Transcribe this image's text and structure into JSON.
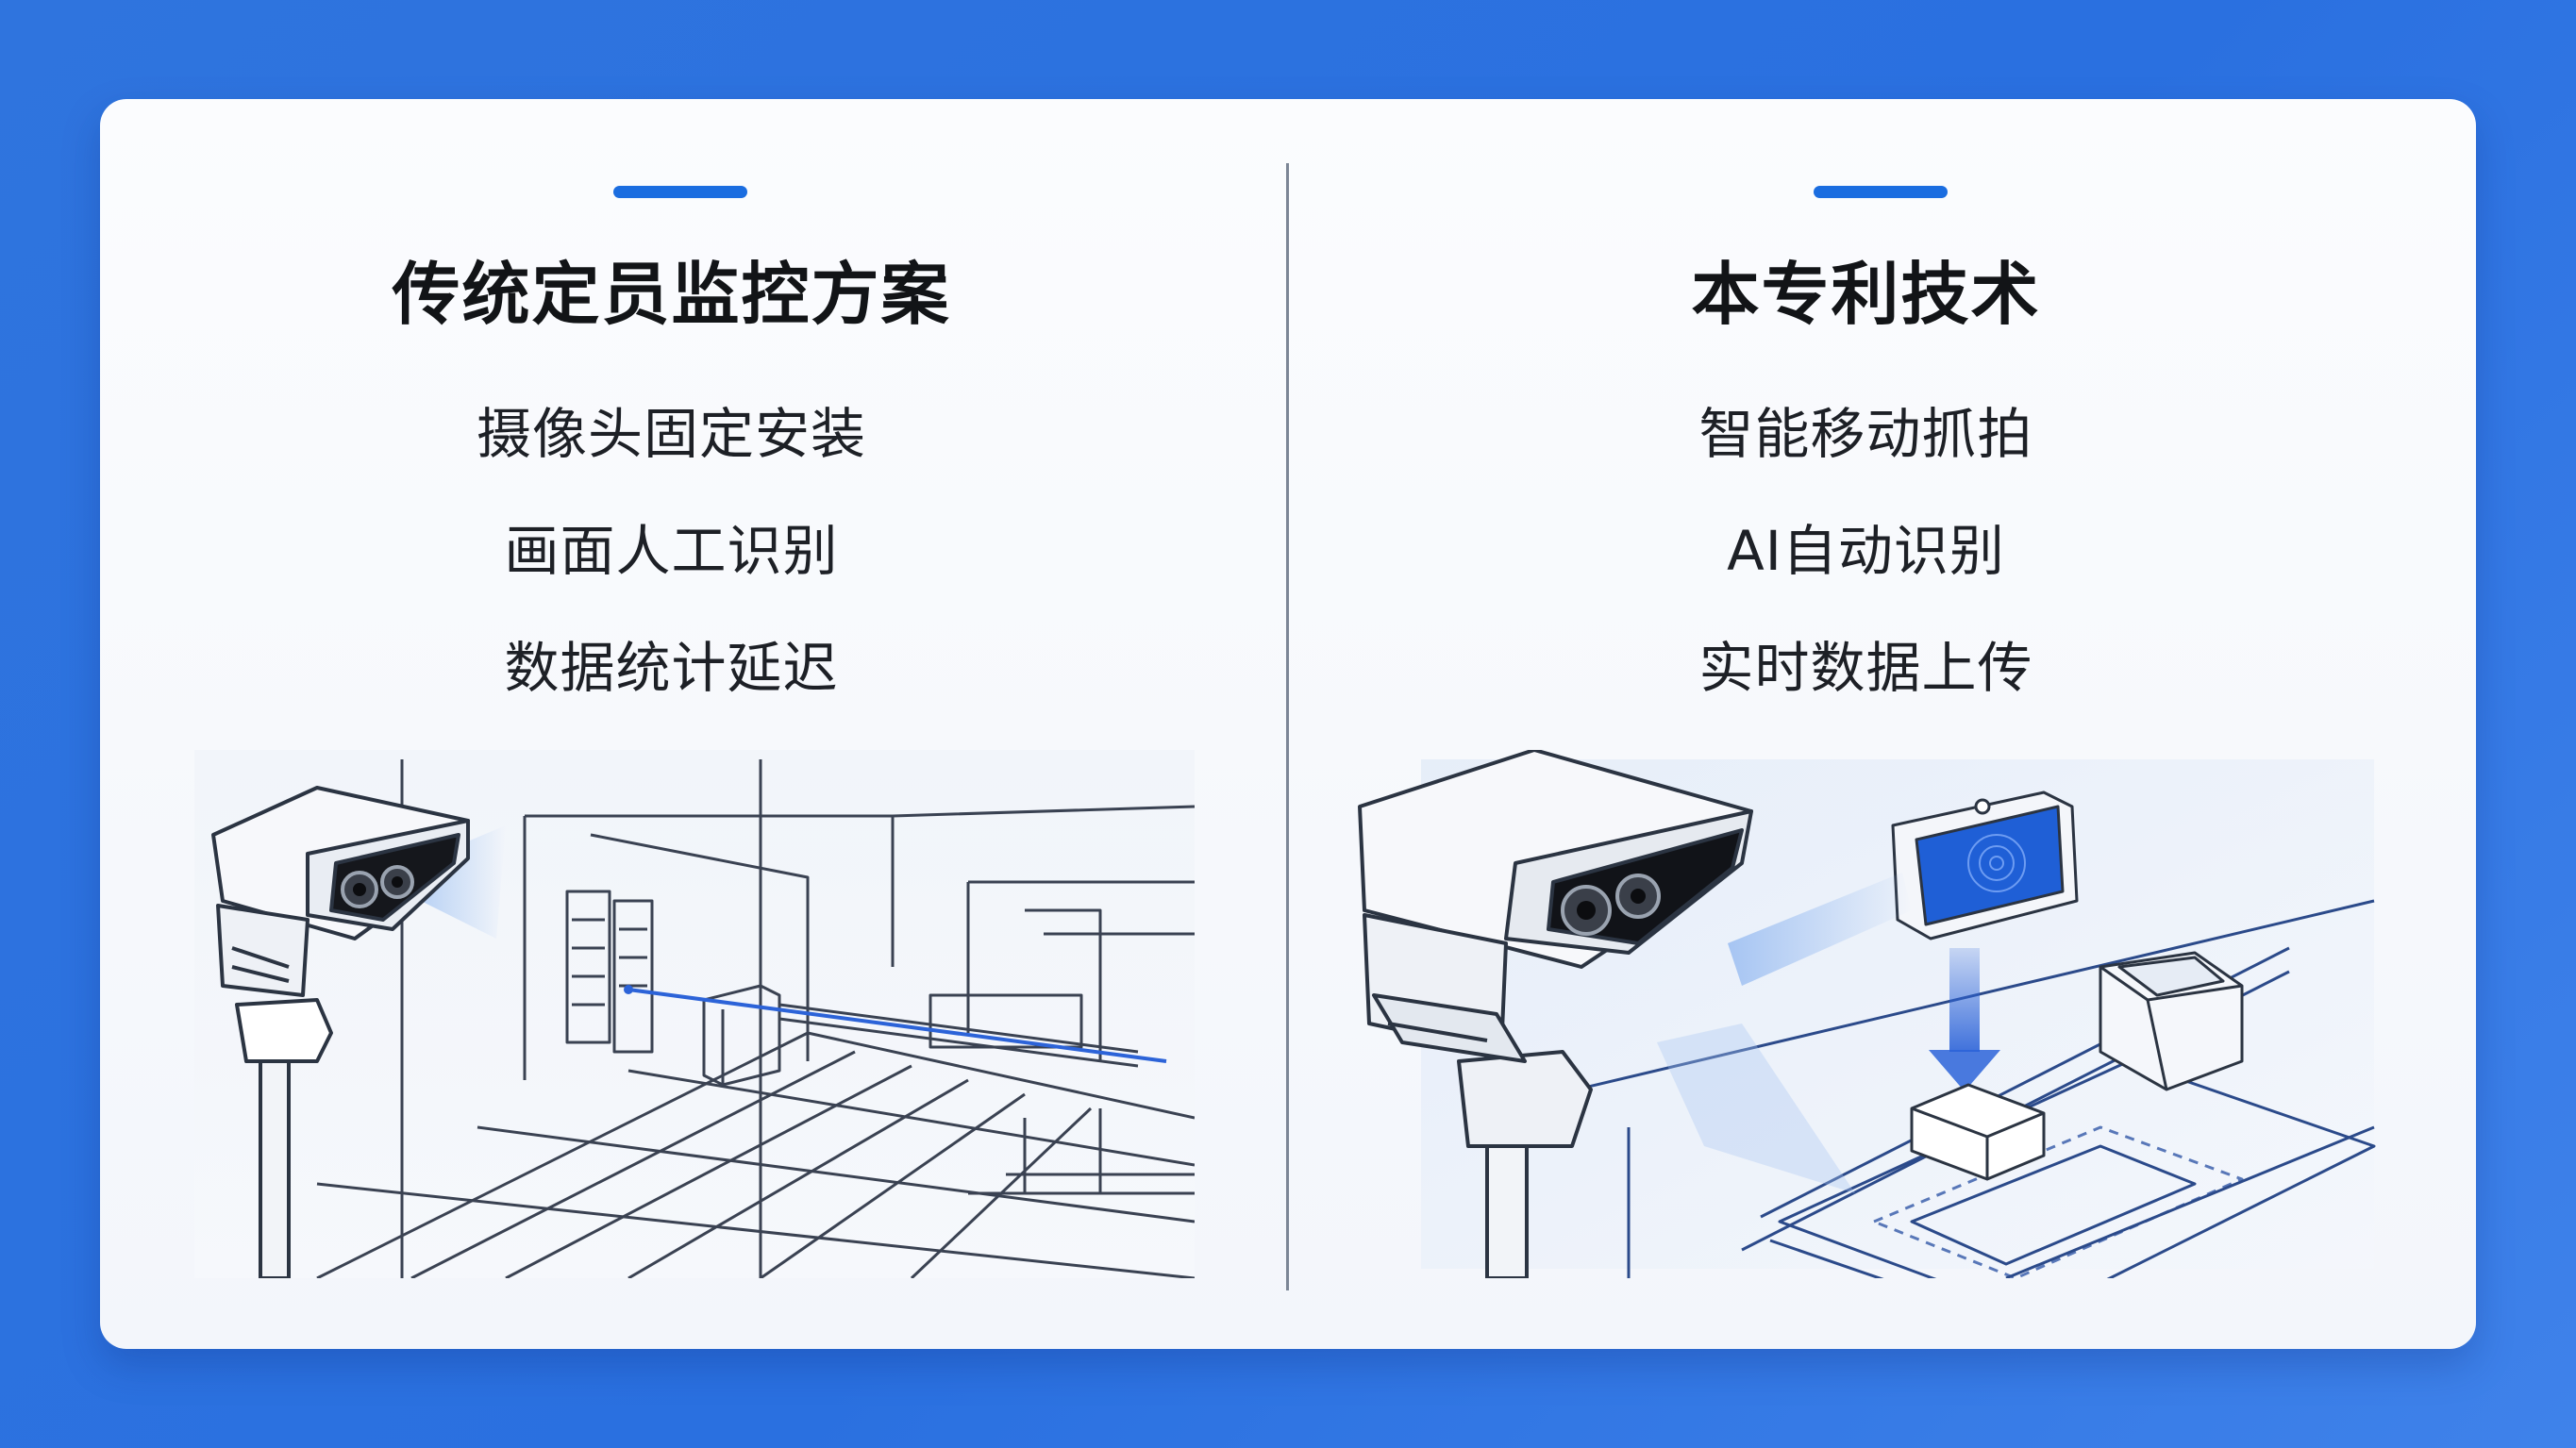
{
  "colors": {
    "background": "#2f74de",
    "accent": "#1a6de0",
    "line_art": "#2b3442",
    "highlight": "#2c63d8"
  },
  "left_panel": {
    "title": "传统定员监控方案",
    "items": [
      "摄像头固定安装",
      "画面人工识别",
      "数据统计延迟"
    ]
  },
  "right_panel": {
    "title": "本专利技术",
    "items": [
      "智能移动抓拍",
      "AI自动识别",
      "实时数据上传"
    ]
  }
}
